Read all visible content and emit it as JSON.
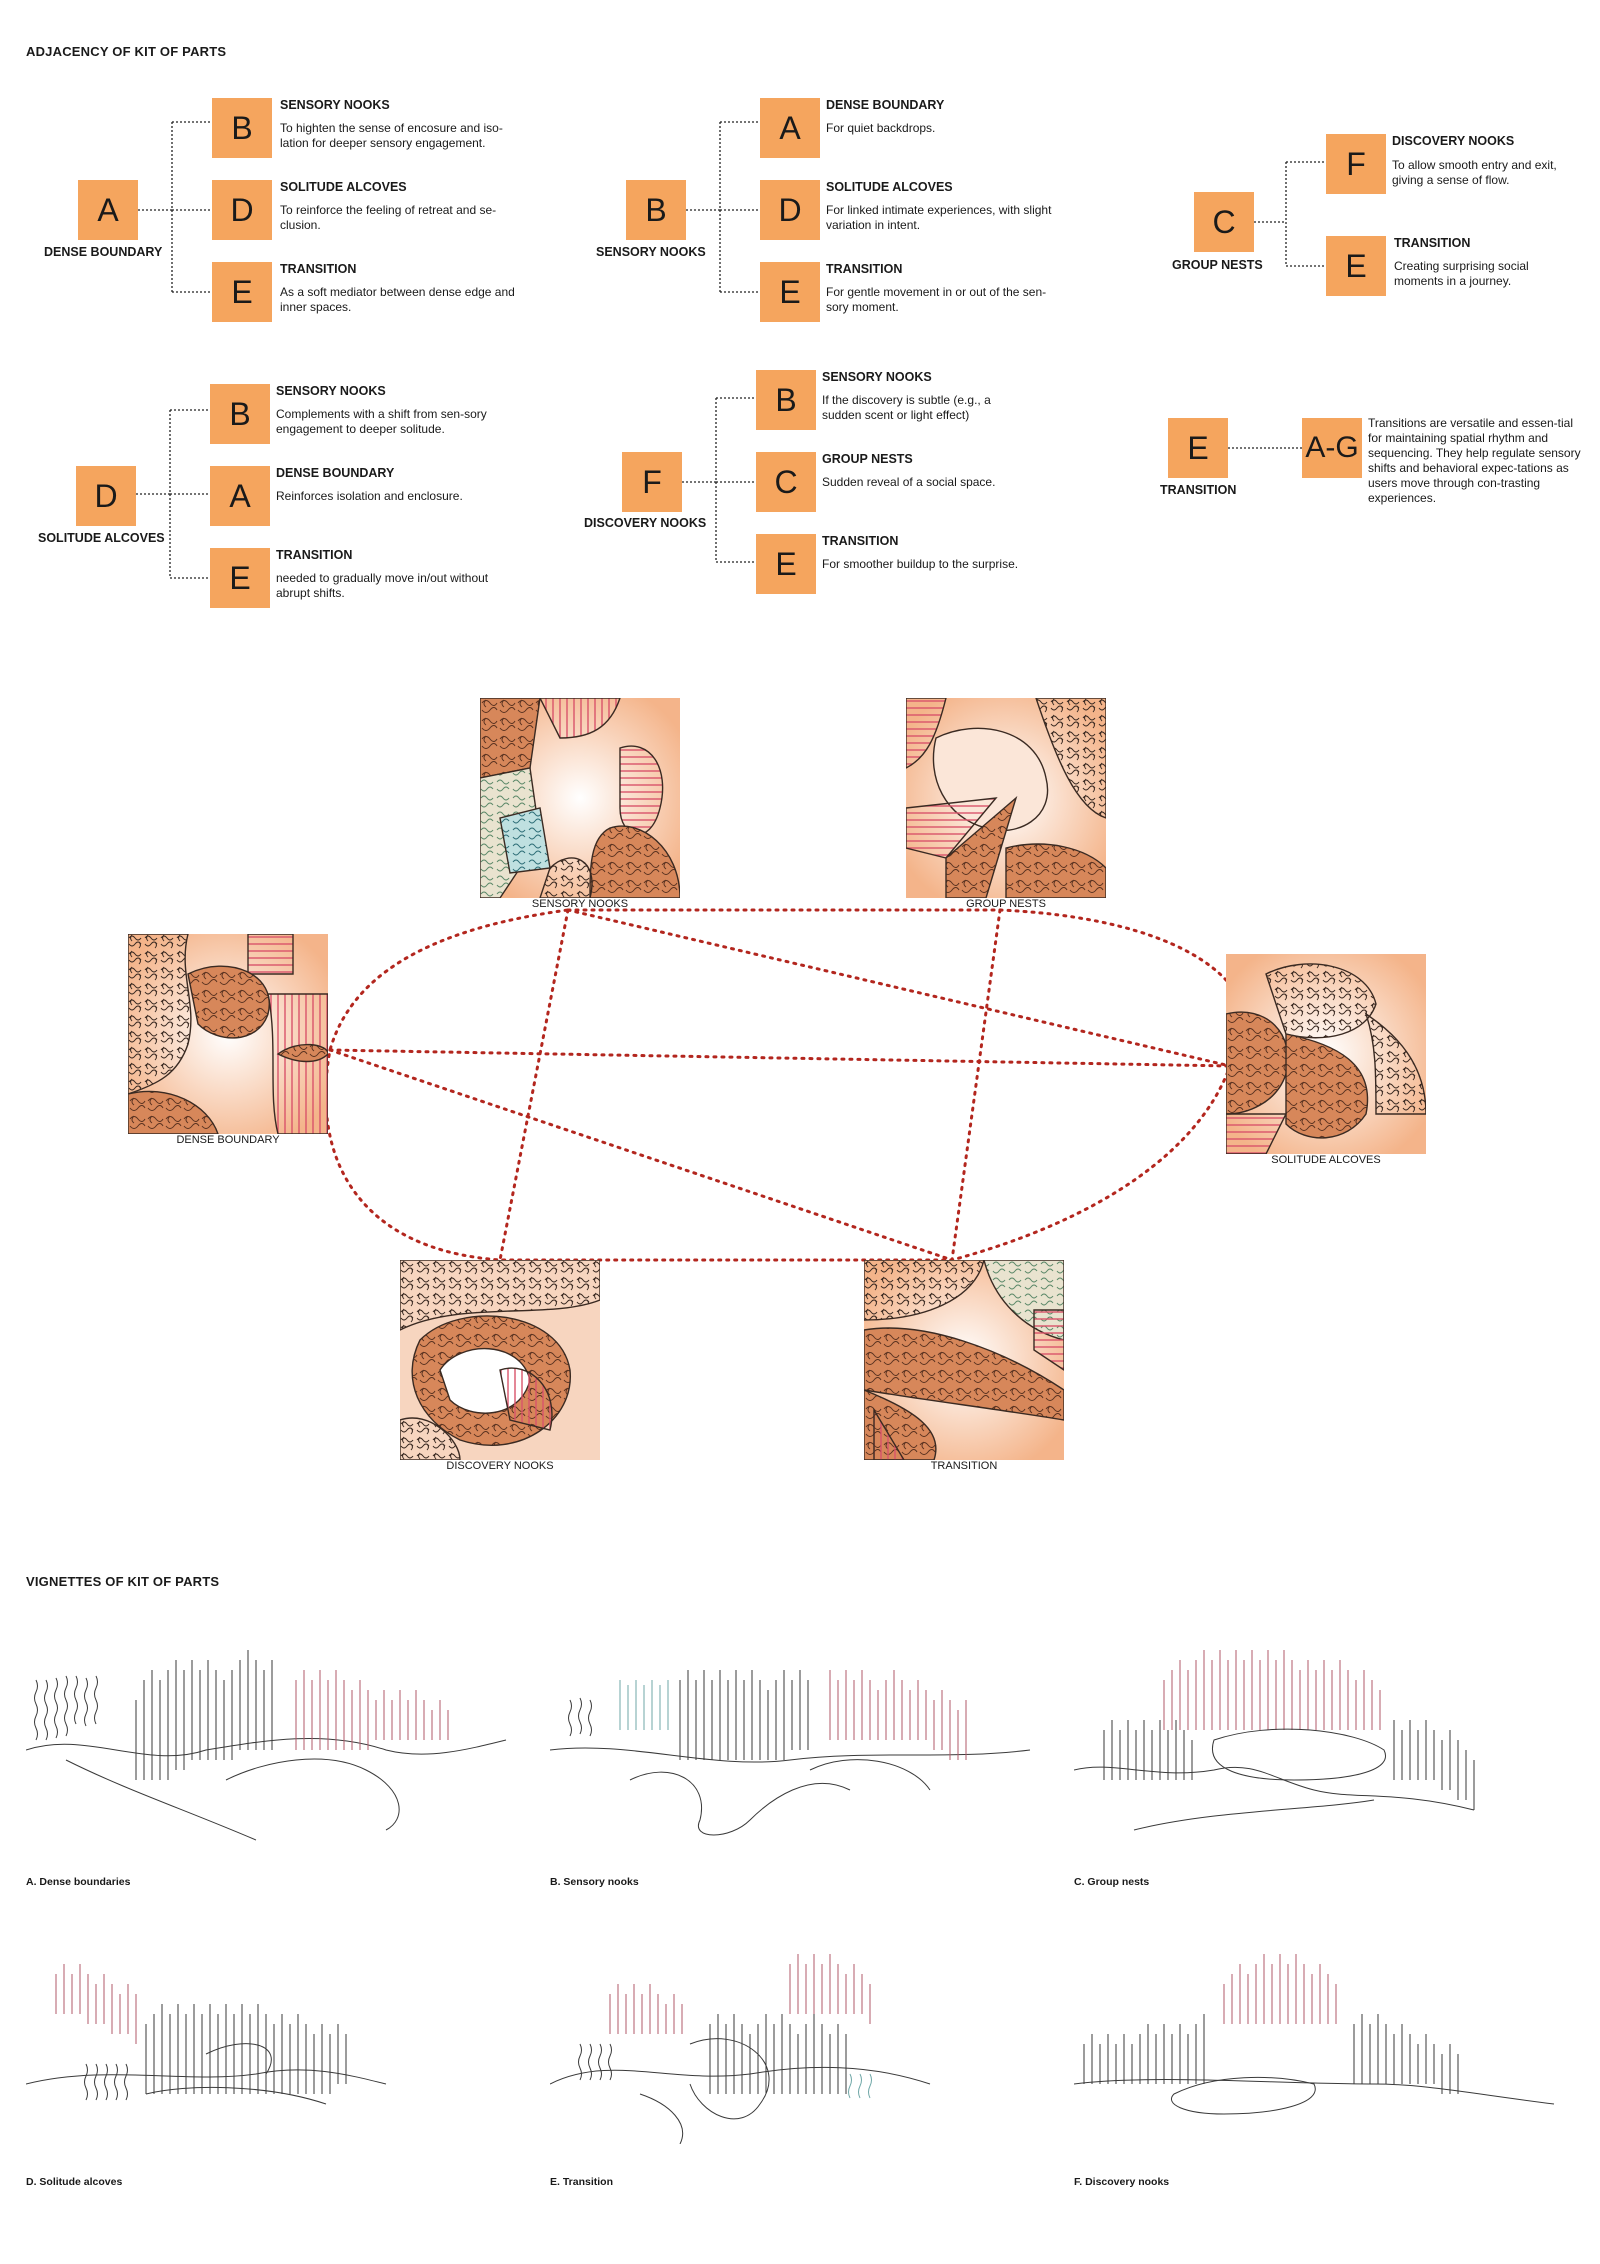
{
  "adjacency": {
    "title": "ADJACENCY OF KIT OF PARTS",
    "groups": [
      {
        "main": {
          "letter": "A",
          "label": "DENSE BOUNDARY"
        },
        "children": [
          {
            "letter": "B",
            "title": "SENSORY NOOKS",
            "desc": "To highten the sense of encosure and iso-lation for deeper sensory engagement."
          },
          {
            "letter": "D",
            "title": "SOLITUDE ALCOVES",
            "desc": "To reinforce the feeling of retreat and se-clusion."
          },
          {
            "letter": "E",
            "title": "TRANSITION",
            "desc": "As a soft mediator between dense edge and inner spaces."
          }
        ]
      },
      {
        "main": {
          "letter": "B",
          "label": "SENSORY NOOKS"
        },
        "children": [
          {
            "letter": "A",
            "title": "DENSE BOUNDARY",
            "desc": "For quiet backdrops."
          },
          {
            "letter": "D",
            "title": "SOLITUDE ALCOVES",
            "desc": "For linked intimate experiences, with slight variation in intent."
          },
          {
            "letter": "E",
            "title": "TRANSITION",
            "desc": "For gentle movement in or out of the sen-sory moment."
          }
        ]
      },
      {
        "main": {
          "letter": "C",
          "label": "GROUP NESTS"
        },
        "children": [
          {
            "letter": "F",
            "title": "DISCOVERY NOOKS",
            "desc": "To allow smooth entry and exit, giving a sense of flow."
          },
          {
            "letter": "E",
            "title": "TRANSITION",
            "desc": "Creating surprising social moments in a journey."
          }
        ]
      },
      {
        "main": {
          "letter": "D",
          "label": "SOLITUDE ALCOVES"
        },
        "children": [
          {
            "letter": "B",
            "title": "SENSORY NOOKS",
            "desc": "Complements with a shift from sen-sory engagement to deeper solitude."
          },
          {
            "letter": "A",
            "title": "DENSE BOUNDARY",
            "desc": "Reinforces isolation and enclosure."
          },
          {
            "letter": "E",
            "title": "TRANSITION",
            "desc": "needed to gradually move in/out without abrupt shifts."
          }
        ]
      },
      {
        "main": {
          "letter": "F",
          "label": "DISCOVERY NOOKS"
        },
        "children": [
          {
            "letter": "B",
            "title": "SENSORY NOOKS",
            "desc": "If the discovery is subtle (e.g., a sudden scent or light effect)"
          },
          {
            "letter": "C",
            "title": "GROUP NESTS",
            "desc": "Sudden reveal of a social space."
          },
          {
            "letter": "E",
            "title": "TRANSITION",
            "desc": "For smoother buildup to the surprise."
          }
        ]
      },
      {
        "main": {
          "letter": "E",
          "label": "TRANSITION"
        },
        "children": [
          {
            "letter": "A-G",
            "title": "",
            "desc": "Transitions are versatile and essen-tial for maintaining spatial rhythm and sequencing. They help regulate sensory shifts and behavioral expec-tations as users move through con-trasting experiences."
          }
        ]
      }
    ]
  },
  "network": {
    "tiles": [
      {
        "label": "SENSORY NOOKS"
      },
      {
        "label": "GROUP NESTS"
      },
      {
        "label": "DENSE BOUNDARY"
      },
      {
        "label": "SOLITUDE ALCOVES"
      },
      {
        "label": "DISCOVERY NOOKS"
      },
      {
        "label": "TRANSITION"
      }
    ]
  },
  "vignettes": {
    "title": "VIGNETTES OF KIT OF PARTS",
    "items": [
      {
        "label": "A. Dense boundaries"
      },
      {
        "label": "B. Sensory nooks"
      },
      {
        "label": "C. Group nests"
      },
      {
        "label": "D. Solitude alcoves"
      },
      {
        "label": "E. Transition"
      },
      {
        "label": "F. Discovery nooks"
      }
    ]
  },
  "colors": {
    "box": "#f5a55e",
    "dotted_line": "#b3261e",
    "peach": "#f4b48a",
    "pink_hatch": "#d9536a",
    "ink": "#2a2a2a"
  }
}
